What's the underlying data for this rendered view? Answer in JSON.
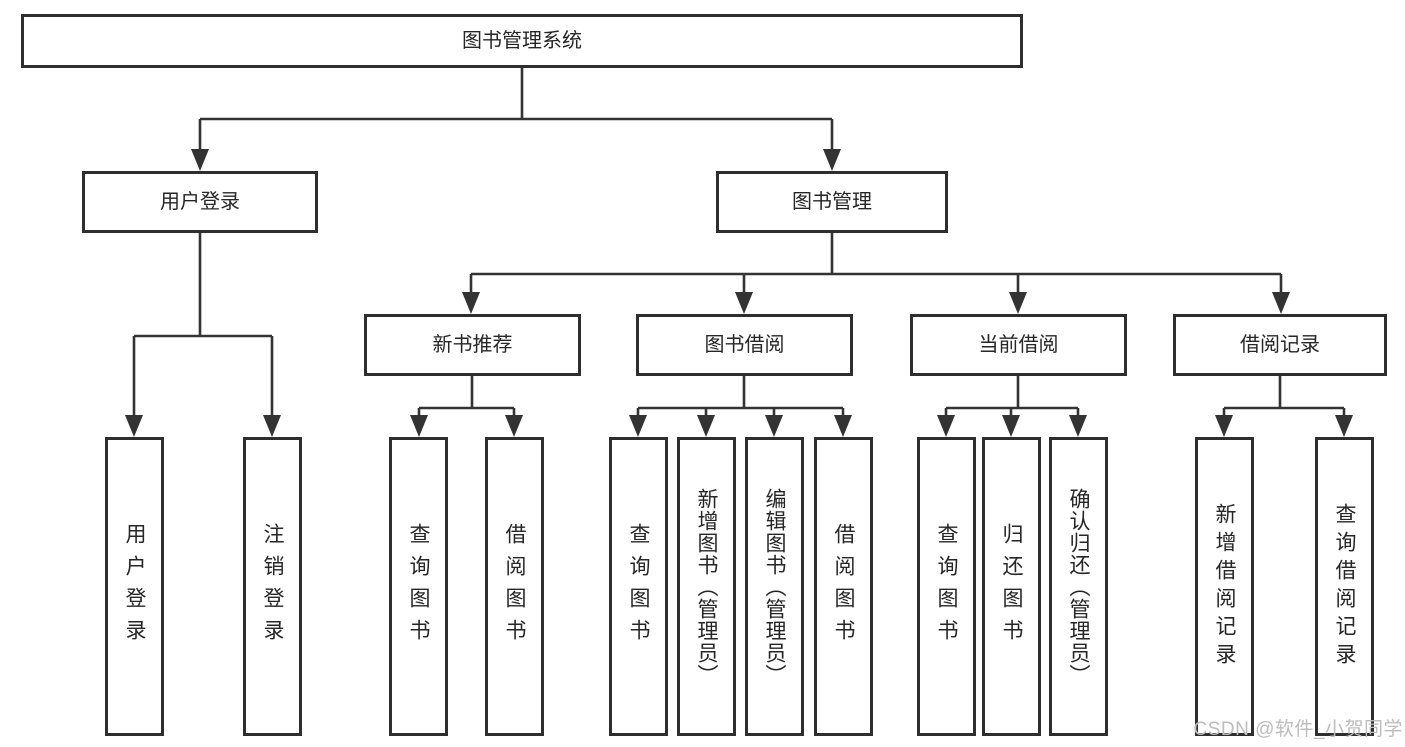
{
  "colors": {
    "line": "#333333",
    "box_border": "#2e2e2e",
    "text": "#262626",
    "background": "#ffffff",
    "watermark_text": "#bcbcbc"
  },
  "watermark": "CSDN @软件_小贺同学",
  "tree": {
    "root": "图书管理系统",
    "branches": [
      {
        "label": "用户登录",
        "children": [
          "用户登录",
          "注销登录"
        ]
      },
      {
        "label": "图书管理",
        "groups": [
          {
            "label": "新书推荐",
            "children": [
              "查询图书",
              "借阅图书"
            ]
          },
          {
            "label": "图书借阅",
            "children": [
              "查询图书",
              "新增图书（管理员）",
              "编辑图书（管理员）",
              "借阅图书"
            ]
          },
          {
            "label": "当前借阅",
            "children": [
              "查询图书",
              "归还图书",
              "确认归还（管理员）"
            ]
          },
          {
            "label": "借阅记录",
            "children": [
              "新增借阅记录",
              "查询借阅记录"
            ]
          }
        ]
      }
    ]
  }
}
